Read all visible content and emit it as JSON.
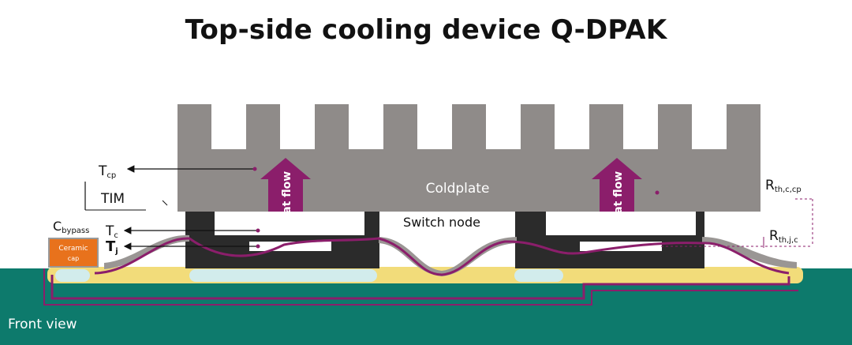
{
  "title": "Top-side cooling device Q-DPAK",
  "labels": {
    "coldplate": "Coldplate",
    "switch_node": "Switch node",
    "heat_flow": "Heat flow",
    "tim": "TIM",
    "t_cp": "T",
    "t_cp_sub": "cp",
    "t_c": "T",
    "t_c_sub": "c",
    "t_j": "T",
    "t_j_sub": "j",
    "c_bypass": "C",
    "c_bypass_sub": "bypass",
    "r_th_c_cp": "R",
    "r_th_c_cp_sub": "th,c,cp",
    "r_th_j_c": "R",
    "r_th_j_c_sub": "th,j,c",
    "ceramic_line1": "Ceramic",
    "ceramic_line2": "cap",
    "front_view": "Front view"
  },
  "colors": {
    "coldplate": "#8f8b89",
    "package": "#2b2b2b",
    "pcb": "#0d7a6c",
    "solder": "#f2dc7a",
    "pad": "#d2ecec",
    "heat_flow": "#8b1e6b",
    "trace": "#8b1e6b",
    "ceramic_cap": "#e8721c",
    "lead": "#9a9694"
  }
}
